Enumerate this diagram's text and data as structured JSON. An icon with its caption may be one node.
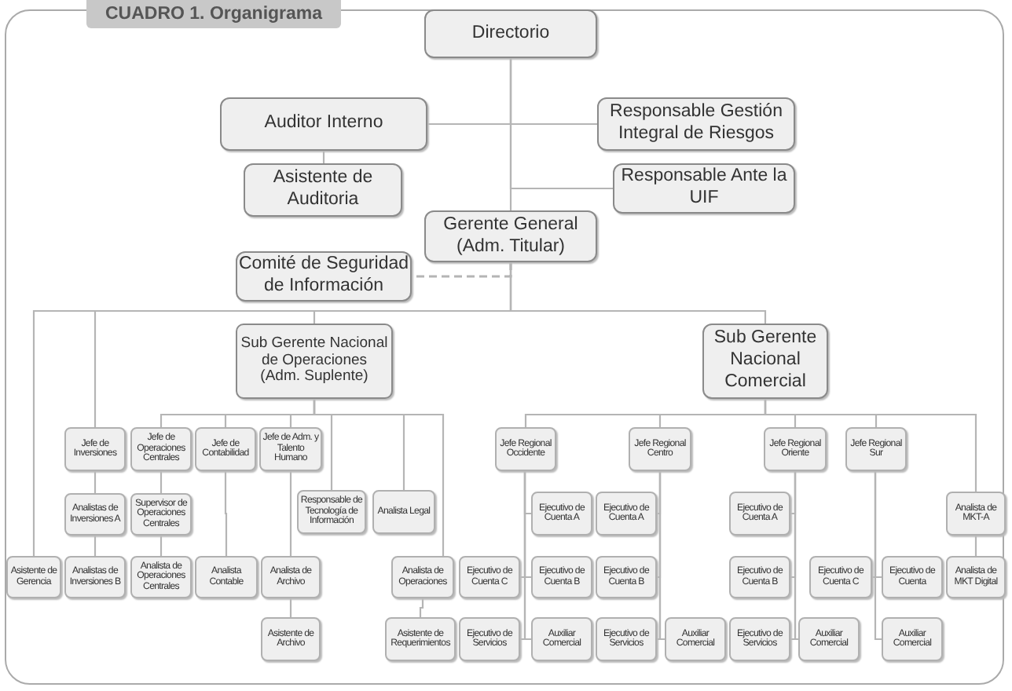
{
  "diagram": {
    "title": "CUADRO 1. Organigrama",
    "nodes": [
      {
        "text": [
          "Directorio"
        ]
      },
      {
        "text": [
          "Auditor Interno"
        ]
      },
      {
        "text": [
          "Responsable Gestión Integral de Riesgos"
        ]
      },
      {
        "text": [
          "Asistente de Auditoria"
        ]
      },
      {
        "text": [
          "Responsable Ante la UIF"
        ]
      },
      {
        "text": [
          "Gerente General (Adm. Titular)"
        ]
      },
      {
        "text": [
          "Comité de Seguridad de Información"
        ]
      },
      {
        "text": [
          "Sub Gerente Nacional de Operaciones",
          "(Adm. Suplente)"
        ]
      },
      {
        "text": [
          "Sub Gerente Nacional Comercial"
        ]
      },
      {
        "text": [
          "Jefe de Inversiones"
        ]
      },
      {
        "text": [
          "Jefe de Operaciones Centrales"
        ]
      },
      {
        "text": [
          "Jefe de Contabilidad"
        ]
      },
      {
        "text": [
          "Jefe de Adm. y Talento Humano"
        ]
      },
      {
        "text": [
          "Jefe Regional Occidente"
        ]
      },
      {
        "text": [
          "Jefe Regional Centro"
        ]
      },
      {
        "text": [
          "Jefe Regional Oriente"
        ]
      },
      {
        "text": [
          "Jefe Regional Sur"
        ]
      },
      {
        "text": [
          "Analistas de Inversiones A"
        ]
      },
      {
        "text": [
          "Supervisor de Operaciones Centrales"
        ]
      },
      {
        "text": [
          "Responsable de Tecnología de Información"
        ]
      },
      {
        "text": [
          "Analista Legal"
        ]
      },
      {
        "text": [
          "Ejecutivo de Cuenta A"
        ]
      },
      {
        "text": [
          "Ejecutivo de Cuenta A"
        ]
      },
      {
        "text": [
          "Ejecutivo de Cuenta A"
        ]
      },
      {
        "text": [
          "Analista de MKT-A"
        ]
      },
      {
        "text": [
          "Asistente de Gerencia"
        ]
      },
      {
        "text": [
          "Analistas de Inversiones B"
        ]
      },
      {
        "text": [
          "Analista de Operaciones Centrales"
        ]
      },
      {
        "text": [
          "Analista Contable"
        ]
      },
      {
        "text": [
          "Analista de Archivo"
        ]
      },
      {
        "text": [
          "Analista de Operaciones"
        ]
      },
      {
        "text": [
          "Ejecutivo de Cuenta C"
        ]
      },
      {
        "text": [
          "Ejecutivo de Cuenta B"
        ]
      },
      {
        "text": [
          "Ejecutivo de Cuenta B"
        ]
      },
      {
        "text": [
          "Ejecutivo de Cuenta B"
        ]
      },
      {
        "text": [
          "Ejecutivo de Cuenta C"
        ]
      },
      {
        "text": [
          "Ejecutivo de Cuenta"
        ]
      },
      {
        "text": [
          "Analista de MKT Digital"
        ]
      },
      {
        "text": [
          "Asistente de Archivo"
        ]
      },
      {
        "text": [
          "Asistente de Requerimientos"
        ]
      },
      {
        "text": [
          "Ejecutivo de Servicios"
        ]
      },
      {
        "text": [
          "Auxiliar Comercial"
        ]
      },
      {
        "text": [
          "Ejecutivo de Servicios"
        ]
      },
      {
        "text": [
          "Auxiliar Comercial"
        ]
      },
      {
        "text": [
          "Ejecutivo de Servicios"
        ]
      },
      {
        "text": [
          "Auxiliar Comercial"
        ]
      },
      {
        "text": [
          "Auxiliar Comercial"
        ]
      }
    ],
    "edges": [
      {
        "from": 0,
        "to": 1,
        "arrow": "none"
      },
      {
        "from": 0,
        "to": 2,
        "arrow": "none"
      },
      {
        "from": 0,
        "to": 4,
        "arrow": "none"
      },
      {
        "from": 0,
        "to": 5,
        "arrow": "none"
      },
      {
        "from": 1,
        "to": 3,
        "arrow": "none"
      },
      {
        "from": 5,
        "to": 6,
        "arrow": "none",
        "style": "dashed"
      },
      {
        "from": 5,
        "to": 25,
        "arrow": "none"
      },
      {
        "from": 5,
        "to": 9,
        "arrow": "none"
      },
      {
        "from": 5,
        "to": 7,
        "arrow": "none"
      },
      {
        "from": 5,
        "to": 8,
        "arrow": "none"
      },
      {
        "from": 7,
        "to": 10,
        "arrow": "none"
      },
      {
        "from": 7,
        "to": 11,
        "arrow": "none"
      },
      {
        "from": 7,
        "to": 12,
        "arrow": "none"
      },
      {
        "from": 7,
        "to": 19,
        "arrow": "none"
      },
      {
        "from": 7,
        "to": 20,
        "arrow": "none"
      },
      {
        "from": 7,
        "to": 30,
        "arrow": "none"
      },
      {
        "from": 9,
        "to": 17,
        "arrow": "none"
      },
      {
        "from": 17,
        "to": 26,
        "arrow": "none"
      },
      {
        "from": 10,
        "to": 18,
        "arrow": "none"
      },
      {
        "from": 18,
        "to": 27,
        "arrow": "none"
      },
      {
        "from": 11,
        "to": 28,
        "arrow": "none"
      },
      {
        "from": 12,
        "to": 29,
        "arrow": "none"
      },
      {
        "from": 29,
        "to": 38,
        "arrow": "none"
      },
      {
        "from": 30,
        "to": 39,
        "arrow": "none"
      },
      {
        "from": 8,
        "to": 13,
        "arrow": "none"
      },
      {
        "from": 8,
        "to": 14,
        "arrow": "none"
      },
      {
        "from": 8,
        "to": 15,
        "arrow": "none"
      },
      {
        "from": 8,
        "to": 16,
        "arrow": "none"
      },
      {
        "from": 8,
        "to": 24,
        "arrow": "none"
      },
      {
        "from": 24,
        "to": 37,
        "arrow": "none"
      },
      {
        "from": 13,
        "to": 21,
        "arrow": "none"
      },
      {
        "from": 13,
        "to": 32,
        "arrow": "none"
      },
      {
        "from": 13,
        "to": 41,
        "arrow": "none"
      },
      {
        "from": 13,
        "to": 31,
        "arrow": "none"
      },
      {
        "from": 13,
        "to": 40,
        "arrow": "none"
      },
      {
        "from": 14,
        "to": 22,
        "arrow": "none"
      },
      {
        "from": 14,
        "to": 33,
        "arrow": "none"
      },
      {
        "from": 14,
        "to": 42,
        "arrow": "none"
      },
      {
        "from": 14,
        "to": 43,
        "arrow": "none"
      },
      {
        "from": 15,
        "to": 23,
        "arrow": "none"
      },
      {
        "from": 15,
        "to": 34,
        "arrow": "none"
      },
      {
        "from": 15,
        "to": 44,
        "arrow": "none"
      },
      {
        "from": 15,
        "to": 45,
        "arrow": "none"
      },
      {
        "from": 16,
        "to": 35,
        "arrow": "none"
      },
      {
        "from": 16,
        "to": 36,
        "arrow": "none"
      },
      {
        "from": 16,
        "to": 46,
        "arrow": "none"
      }
    ]
  }
}
